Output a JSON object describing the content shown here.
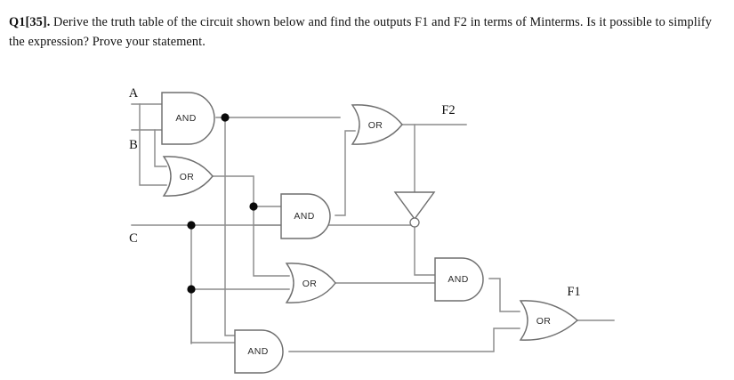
{
  "question": {
    "number": "Q1[35].",
    "text": " Derive the truth table of the circuit shown below and find the outputs F1 and F2 in terms of Minterms. Is it possible to simplify the expression? Prove your statement."
  },
  "circuit": {
    "title": "logic circuit diagram",
    "colors": {
      "wire": "#8c8c8c",
      "gate_outline": "#6f6f6f",
      "gate_fill": "#ffffff",
      "text": "#111111",
      "junction": "#0a0a0a",
      "background": "#ffffff"
    },
    "inputs": [
      {
        "id": "A",
        "label": "A"
      },
      {
        "id": "B",
        "label": "B"
      },
      {
        "id": "C",
        "label": "C"
      }
    ],
    "outputs": [
      {
        "id": "F2",
        "label": "F2"
      },
      {
        "id": "F1",
        "label": "F1"
      }
    ],
    "gates": [
      {
        "id": "and1",
        "label": "AND",
        "type": "and"
      },
      {
        "id": "or1",
        "label": "OR",
        "type": "or"
      },
      {
        "id": "and2",
        "label": "AND",
        "type": "and"
      },
      {
        "id": "or2",
        "label": "OR",
        "type": "or"
      },
      {
        "id": "not1",
        "label": "",
        "type": "not"
      },
      {
        "id": "or3",
        "label": "OR",
        "type": "or"
      },
      {
        "id": "and3",
        "label": "AND",
        "type": "and"
      },
      {
        "id": "and4",
        "label": "AND",
        "type": "and"
      },
      {
        "id": "or4",
        "label": "OR",
        "type": "or"
      }
    ]
  }
}
